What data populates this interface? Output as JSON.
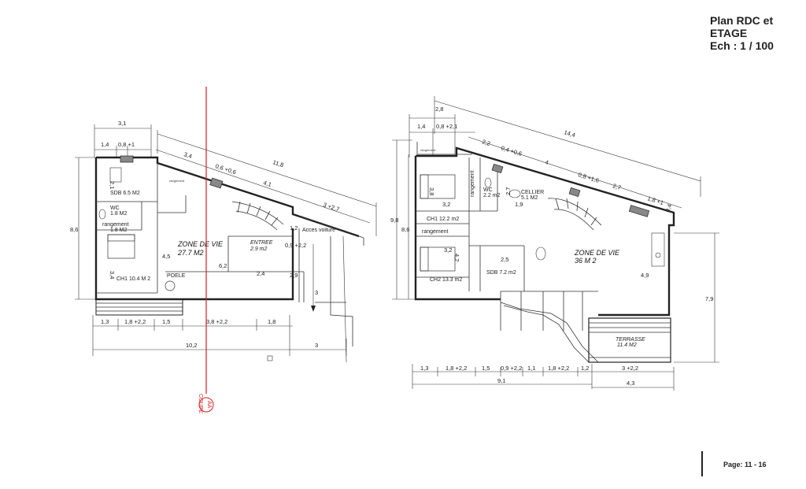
{
  "header": {
    "title_line1": "Plan RDC et",
    "title_line2": "ETAGE",
    "scale": "Ech : 1 / 100"
  },
  "footer": {
    "page": "Page: 11 - 16"
  },
  "section_marker": {
    "label": "COUPE",
    "code": "AA",
    "color": "#d42020"
  },
  "plan_rdc": {
    "rooms": {
      "sdb": "SDB 6.5 M2",
      "wc": "WC",
      "wc_area": "1.8 M2",
      "rangement": "rangement",
      "rangement_area": "1.8 M2",
      "ch1": "CH1 10.4 M 2",
      "zone": "ZONE DE VIE",
      "zone_area": "27.7 M2",
      "entree": "ENTREE",
      "entree_area": "2.9 m2",
      "poele": "POELE",
      "acces": "Acces voiture",
      "small_room": "rangement"
    },
    "dims": {
      "top_total": "3,1",
      "top_a": "1,4",
      "top_b": "0,8 +1",
      "slant_a": "3,4",
      "slant_b": "0,6 +0,6",
      "slant_total": "11,8",
      "slant_c": "4,1",
      "slant_d": "3 +2,7",
      "left_h": "8,6",
      "r_a": "1,2",
      "r_b": "0,9 +2,2",
      "r_c": "2,9",
      "r_d": "3",
      "in_a": "4,5",
      "in_b": "6,2",
      "in_c": "2,4",
      "in_d": "3,4",
      "in_e": "2,1",
      "bot_a": "1,3",
      "bot_b": "1,8 +2,2",
      "bot_c": "1,5",
      "bot_d": "3,8 +2,2",
      "bot_e": "1,8",
      "bot_total": "10,2",
      "bot_right": "3"
    }
  },
  "plan_etage": {
    "rooms": {
      "ch1": "CH1 12.2 m2",
      "rangement_a": "rangement",
      "rangement_b": "rangement",
      "wc": "WC",
      "wc_area": "2.2 m2",
      "cellier": "CELLIER",
      "cellier_area": "5.1 M2",
      "zone": "ZONE DE VIE",
      "zone_area": "36 M 2",
      "ch2": "CH2 13.3 m2",
      "sdb": "SDB 7.2 m2",
      "terrasse": "TERRASSE",
      "terrasse_area": "11.4 M2",
      "small_room": "rangement"
    },
    "dims": {
      "slant_total": "14,4",
      "top_a": "2,8",
      "top_b": "1,4",
      "top_c": "0,8 +2,1",
      "slant_a": "2,2",
      "slant_b": "0,4 +0,6",
      "slant_c": "4",
      "slant_d": "0,8 +1,6",
      "slant_e": "2,7",
      "slant_f": "1,8 +1",
      "slant_g": "0,4",
      "left_a": "9,8",
      "left_b": "8,6",
      "in_a": "3,2",
      "in_b": "3,8",
      "in_c": "3,2",
      "in_d": "4,2",
      "in_e": "2,5",
      "in_f": "1,9",
      "in_g": "2,7",
      "in_h": "4,9",
      "right_h": "7,9",
      "bot_a": "1,3",
      "bot_b": "1,8 +2,2",
      "bot_c": "1,5",
      "bot_d": "0,9 +2,2",
      "bot_e": "1,1",
      "bot_f": "1,8 +2,2",
      "bot_g": "1,2",
      "bot_h": "3 +2,2",
      "bot_total": "9,1",
      "bot_right": "4,3"
    }
  }
}
